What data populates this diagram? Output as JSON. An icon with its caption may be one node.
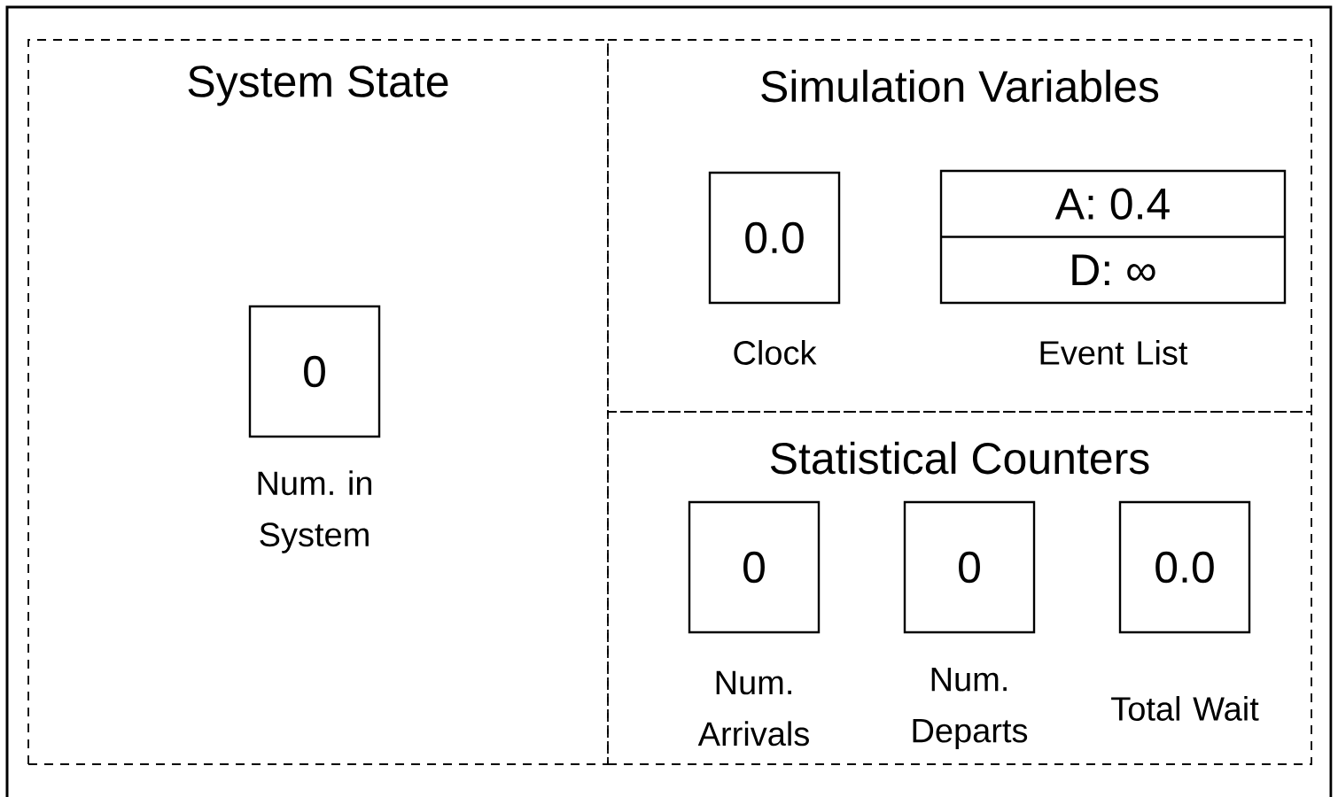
{
  "diagram": {
    "nodes": [
      {
        "text": [
          "System State"
        ]
      },
      {
        "text": [
          "0"
        ],
        "in": 0,
        "beside": [
          "Num. in System"
        ]
      },
      {
        "text": [
          "Simulation Variables"
        ]
      },
      {
        "text": [
          "0.0"
        ],
        "in": 2,
        "beside": [
          "Clock"
        ]
      },
      {
        "text": [
          "A: 0.4",
          "D: ∞"
        ],
        "in": 2,
        "beside": [
          "Event List"
        ]
      },
      {
        "text": [
          "Statistical Counters"
        ]
      },
      {
        "text": [
          "0"
        ],
        "in": 5,
        "beside": [
          "Num. Arrivals"
        ]
      },
      {
        "text": [
          "0"
        ],
        "in": 5,
        "beside": [
          "Num. Departs"
        ]
      },
      {
        "text": [
          "0.0"
        ],
        "in": 5,
        "beside": [
          "Total Wait"
        ]
      }
    ]
  }
}
